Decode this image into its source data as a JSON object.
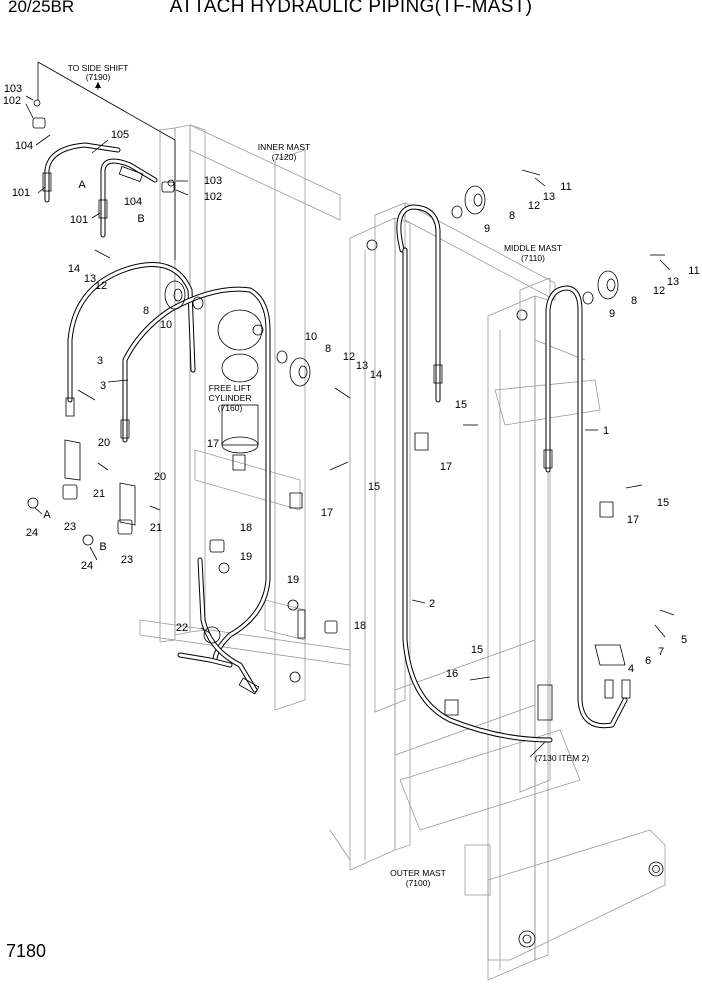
{
  "header": {
    "model": "20/25BR",
    "title": "ATTACH HYDRAULIC PIPING(TF-MAST)",
    "page_number": "7180"
  },
  "labels": {
    "to_side_shift_1": "TO SIDE SHIFT",
    "to_side_shift_2": "(7190)",
    "inner_mast_1": "INNER MAST",
    "inner_mast_2": "(7120)",
    "middle_mast_1": "MIDDLE MAST",
    "middle_mast_2": "(7110)",
    "free_lift_1": "FREE LIFT",
    "free_lift_2": "CYLINDER",
    "free_lift_3": "(7160)",
    "outer_mast_1": "OUTER MAST",
    "outer_mast_2": "(7100)",
    "ref_7130": "(7130 ITEM 2)",
    "letter_a": "A",
    "letter_b": "B"
  },
  "callouts": [
    {
      "id": "c103a",
      "text": "103"
    },
    {
      "id": "c102a",
      "text": "102"
    },
    {
      "id": "c104a",
      "text": "104"
    },
    {
      "id": "c105",
      "text": "105"
    },
    {
      "id": "c101a",
      "text": "101"
    },
    {
      "id": "c101b",
      "text": "101"
    },
    {
      "id": "c104b",
      "text": "104"
    },
    {
      "id": "cA1",
      "text": "A"
    },
    {
      "id": "cB1",
      "text": "B"
    },
    {
      "id": "c103b",
      "text": "103"
    },
    {
      "id": "c102b",
      "text": "102"
    },
    {
      "id": "c11a",
      "text": "11"
    },
    {
      "id": "c13a",
      "text": "13"
    },
    {
      "id": "c12a",
      "text": "12"
    },
    {
      "id": "c8a",
      "text": "8"
    },
    {
      "id": "c9a",
      "text": "9"
    },
    {
      "id": "c14a",
      "text": "14"
    },
    {
      "id": "c13b",
      "text": "13"
    },
    {
      "id": "c12b",
      "text": "12"
    },
    {
      "id": "c8b",
      "text": "8"
    },
    {
      "id": "c10a",
      "text": "10"
    },
    {
      "id": "c10b",
      "text": "10"
    },
    {
      "id": "c8c",
      "text": "8"
    },
    {
      "id": "c12c",
      "text": "12"
    },
    {
      "id": "c13c",
      "text": "13"
    },
    {
      "id": "c14b",
      "text": "14"
    },
    {
      "id": "c11b",
      "text": "11"
    },
    {
      "id": "c13d",
      "text": "13"
    },
    {
      "id": "c12d",
      "text": "12"
    },
    {
      "id": "c8d",
      "text": "8"
    },
    {
      "id": "c9b",
      "text": "9"
    },
    {
      "id": "c3a",
      "text": "3"
    },
    {
      "id": "c3b",
      "text": "3"
    },
    {
      "id": "c1",
      "text": "1"
    },
    {
      "id": "c15a",
      "text": "15"
    },
    {
      "id": "c17a",
      "text": "17"
    },
    {
      "id": "c17b",
      "text": "17"
    },
    {
      "id": "c15b",
      "text": "15"
    },
    {
      "id": "c17c",
      "text": "17"
    },
    {
      "id": "c15c",
      "text": "15"
    },
    {
      "id": "c17d",
      "text": "17"
    },
    {
      "id": "c20a",
      "text": "20"
    },
    {
      "id": "c21a",
      "text": "21"
    },
    {
      "id": "c20b",
      "text": "20"
    },
    {
      "id": "c21b",
      "text": "21"
    },
    {
      "id": "cA2",
      "text": "A"
    },
    {
      "id": "c23a",
      "text": "23"
    },
    {
      "id": "c24a",
      "text": "24"
    },
    {
      "id": "cB2",
      "text": "B"
    },
    {
      "id": "c23b",
      "text": "23"
    },
    {
      "id": "c24b",
      "text": "24"
    },
    {
      "id": "c18a",
      "text": "18"
    },
    {
      "id": "c19a",
      "text": "19"
    },
    {
      "id": "c19b",
      "text": "19"
    },
    {
      "id": "c18b",
      "text": "18"
    },
    {
      "id": "c22",
      "text": "22"
    },
    {
      "id": "c2",
      "text": "2"
    },
    {
      "id": "c15d",
      "text": "15"
    },
    {
      "id": "c16",
      "text": "16"
    },
    {
      "id": "c5",
      "text": "5"
    },
    {
      "id": "c7",
      "text": "7"
    },
    {
      "id": "c6",
      "text": "6"
    },
    {
      "id": "c4",
      "text": "4"
    }
  ]
}
